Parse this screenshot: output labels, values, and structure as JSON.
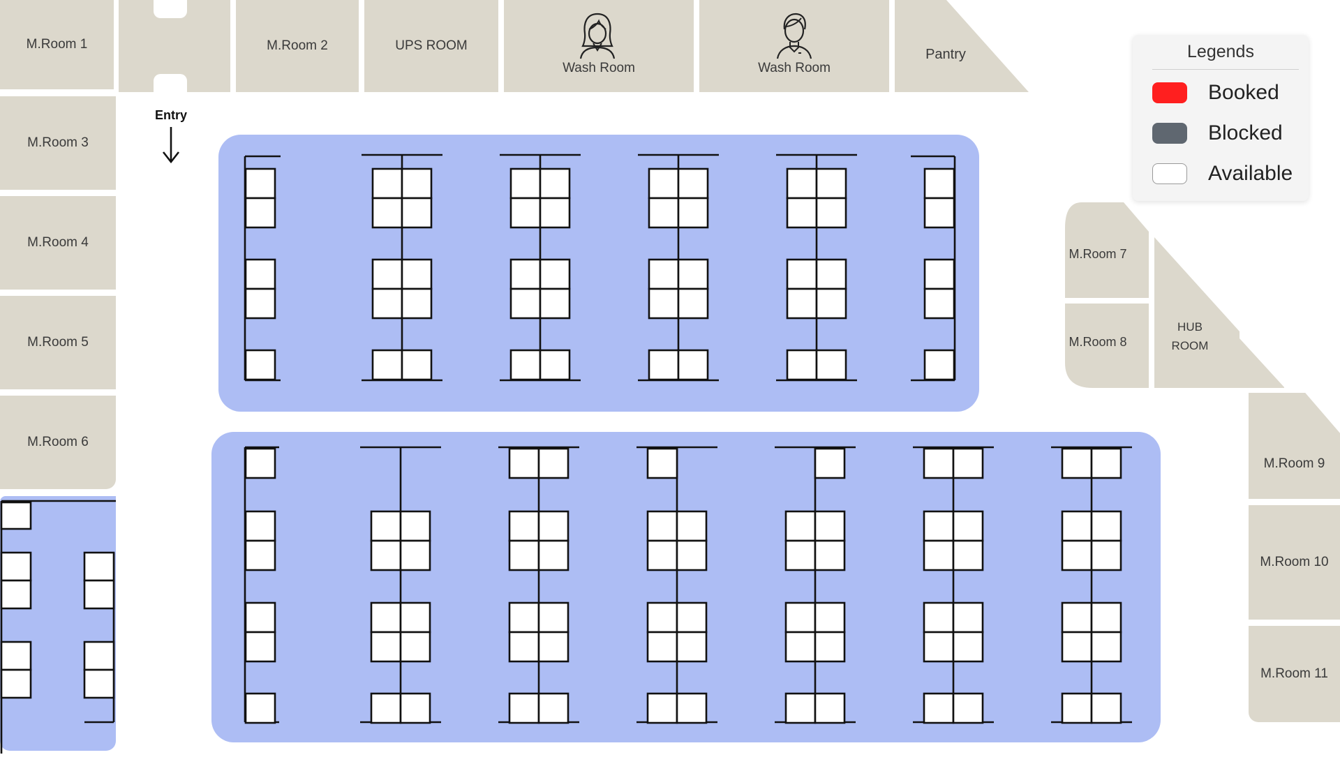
{
  "rooms": {
    "mroom1": "M.Room 1",
    "mroom2": "M.Room 2",
    "ups": "UPS ROOM",
    "wash_female": "Wash Room",
    "wash_male": "Wash Room",
    "pantry": "Pantry",
    "mroom3": "M.Room 3",
    "mroom4": "M.Room 4",
    "mroom5": "M.Room 5",
    "mroom6": "M.Room 6",
    "mroom7": "M.Room 7",
    "mroom8": "M.Room 8",
    "hub_line1": "HUB",
    "hub_line2": "ROOM",
    "mroom9": "M.Room 9",
    "mroom10": "M.Room 10",
    "mroom11": "M.Room 11"
  },
  "entry": {
    "label": "Entry",
    "arrow_icon": "arrow-down-icon"
  },
  "legend": {
    "title": "Legends",
    "items": [
      {
        "label": "Booked",
        "color": "#ff1f1f"
      },
      {
        "label": "Blocked",
        "color": "#5f6770"
      },
      {
        "label": "Available",
        "color": "#ffffff"
      }
    ]
  },
  "colors": {
    "room_fill": "#dcd8cc",
    "zone_fill": "#adbdf4",
    "desk_fill": "#ffffff",
    "desk_stroke": "#111111"
  },
  "icons": {
    "female": "female-user-icon",
    "male": "male-user-icon"
  }
}
